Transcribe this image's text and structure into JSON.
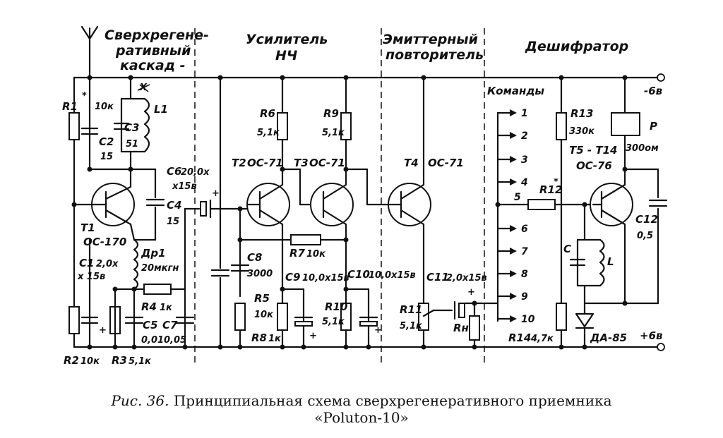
{
  "sections": {
    "superregen": [
      "Сверхрегене-",
      "ративный",
      "каскад -"
    ],
    "lf_amp": [
      "Усилитель",
      "НЧ"
    ],
    "emitter_follower": [
      "Эмиттерный",
      "повторитель"
    ],
    "decoder": "Дешифратор"
  },
  "commands_title": "Команды",
  "commands": [
    "1",
    "2",
    "3",
    "4",
    "5",
    "6",
    "7",
    "8",
    "9",
    "10"
  ],
  "supply": {
    "neg": "-6в",
    "pos": "+6в"
  },
  "labels": {
    "antenna_x": "X",
    "r1": "R1",
    "r1_star": "*",
    "c2_val": "10к",
    "c2": "C2",
    "c2_b": "15",
    "l1": "L1",
    "c3": "C3",
    "c3_b": "51",
    "c6": "C6",
    "c6_val": "20,0х",
    "c6_val2": "х15в",
    "c4": "C4",
    "c4_b": "15",
    "t1": "T1",
    "t1_type": "ОС-170",
    "c1": "C1",
    "c1_val": "2,0х",
    "c1_val2": "х 15в",
    "dr1": "Др1",
    "dr1_val": "20мкгн",
    "r4": "R4",
    "r4_val": "1к",
    "c5": "C5",
    "c7": "C7",
    "c5_val": "0,01",
    "c7_val": "0,05",
    "r2": "R2",
    "r2_val": "10к",
    "r3": "R3",
    "r3_val": "5,1к",
    "r6": "R6",
    "r6_val": "5,1к",
    "r9": "R9",
    "r9_val": "5,1к",
    "t2": "T2",
    "t2_type": "ОС-71",
    "t3": "T3",
    "t3_type": "ОС-71",
    "t4": "T4",
    "t4_type": "ОС-71",
    "r7": "R7",
    "r7_val": "10к",
    "c8": "C8",
    "c8_val": "3000",
    "r5": "R5",
    "r5_val": "10к",
    "r8": "R8",
    "r8_val": "1к",
    "c9": "C9",
    "c9_val": "10,0х15в",
    "c10": "C10",
    "c10_val": "10,0х15в",
    "r10": "R10",
    "r10_val": "5,1к",
    "c11": "C11",
    "c11_val": "2,0х15в",
    "r11": "R11",
    "r11_val": "5,1к",
    "rn": "Rн",
    "r13": "R13",
    "r13_val": "330к",
    "relay": "P",
    "relay_val": "300ом",
    "t5": "T5 - T14",
    "t5_type": "ОС-76",
    "r12": "R12",
    "r12_star": "*",
    "c12": "C12",
    "c12_val": "0,5",
    "c": "C",
    "l": "L",
    "r14": "R14",
    "r14_val": "4,7к",
    "diode": "ДА-85",
    "plus": "+"
  },
  "caption": {
    "fig": "Рис. 36.",
    "line1": "Принципиальная схема сверхрегенеративного приемника",
    "line2": "«Poluton-10»"
  }
}
